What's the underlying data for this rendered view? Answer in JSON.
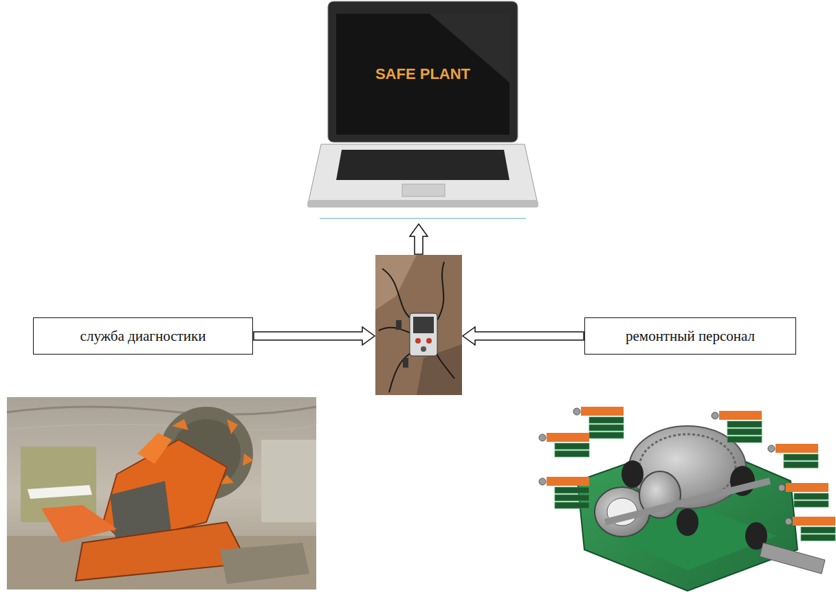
{
  "diagram": {
    "nodes": [
      {
        "text": [
          "SAFE PLANT"
        ]
      },
      {
        "text": [
          "служба диагностики"
        ]
      },
      {
        "text": []
      },
      {
        "text": [
          "ремонтный персонал"
        ]
      }
    ],
    "edges": [
      {
        "from": 2,
        "to": 0,
        "arrow": "to"
      },
      {
        "from": 1,
        "to": 2,
        "arrow": "to"
      },
      {
        "from": 3,
        "to": 2,
        "arrow": "to"
      }
    ]
  }
}
